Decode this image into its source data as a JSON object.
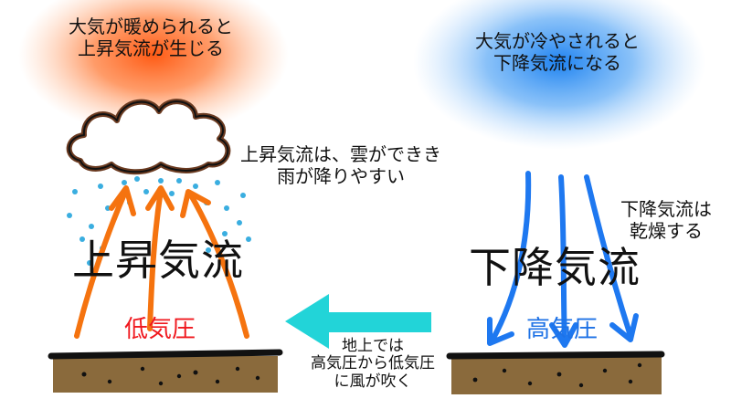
{
  "warm_side": {
    "caption": "大気が暖められると\n上昇気流が生じる",
    "cloud_note": "上昇気流は、雲ができき\n雨が降りやすい",
    "air_label": "上昇気流",
    "pressure_label": "低気圧",
    "glow_color": "#ff5a14",
    "arrow_color": "#f5730f",
    "pressure_color": "#f0181e",
    "rain_color": "#3aaee0"
  },
  "cool_side": {
    "caption": "大気が冷やされると\n下降気流になる",
    "dry_note": "下降気流は\n乾燥する",
    "air_label": "下降気流",
    "pressure_label": "高気圧",
    "glow_color": "#1e82f0",
    "arrow_color": "#1e78f0",
    "pressure_color": "#1e72e6"
  },
  "wind": {
    "note": "地上では\n高気圧から低気圧\nに風が吹く",
    "arrow_color": "#22d4d8"
  },
  "ground": {
    "soil_color": "#8a6a3c",
    "top_color": "#111111"
  }
}
